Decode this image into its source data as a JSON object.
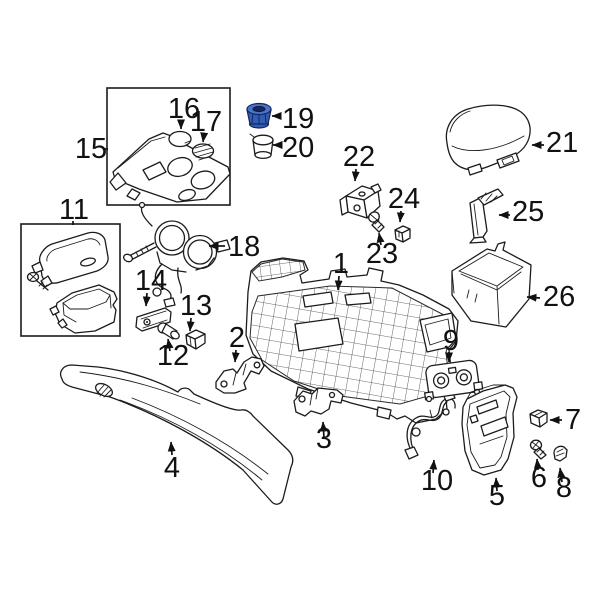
{
  "figure": {
    "type": "exploded-parts-diagram",
    "subject": "Floor console assembly parts diagram",
    "background": "#ffffff",
    "line_color": "#1c1c1c",
    "label_color": "#111111",
    "highlight_color": "#2f5cb4",
    "highlight_dark": "#16265c",
    "highlight_light": "#4a74c8",
    "highlighted_part": "19"
  },
  "parts": [
    {
      "label": "1",
      "name": "console-body"
    },
    {
      "label": "2",
      "name": "front-mounting-bracket"
    },
    {
      "label": "3",
      "name": "side-mounting-bracket"
    },
    {
      "label": "4",
      "name": "left-side-trim-panel"
    },
    {
      "label": "5",
      "name": "rear-trim-panel"
    },
    {
      "label": "6",
      "name": "screw"
    },
    {
      "label": "7",
      "name": "retainer-clip"
    },
    {
      "label": "8",
      "name": "spring-clip"
    },
    {
      "label": "9",
      "name": "rear-control-panel"
    },
    {
      "label": "10",
      "name": "wiring-harness"
    },
    {
      "label": "11",
      "name": "storage-compartment-assembly"
    },
    {
      "label": "12",
      "name": "stud"
    },
    {
      "label": "13",
      "name": "retainer"
    },
    {
      "label": "14",
      "name": "bracket-plate"
    },
    {
      "label": "15",
      "name": "top-finish-panel-assembly"
    },
    {
      "label": "16",
      "name": "cover-cap"
    },
    {
      "label": "17",
      "name": "vented-cap"
    },
    {
      "label": "18",
      "name": "cup-holder-assembly"
    },
    {
      "label": "19",
      "name": "power-outlet-cap-highlighted"
    },
    {
      "label": "20",
      "name": "power-outlet-retainer"
    },
    {
      "label": "21",
      "name": "armrest-lid"
    },
    {
      "label": "22",
      "name": "latch-striker-bracket"
    },
    {
      "label": "23",
      "name": "bolt"
    },
    {
      "label": "24",
      "name": "clip-nut"
    },
    {
      "label": "25",
      "name": "hinge-bracket"
    },
    {
      "label": "26",
      "name": "storage-bin"
    }
  ]
}
